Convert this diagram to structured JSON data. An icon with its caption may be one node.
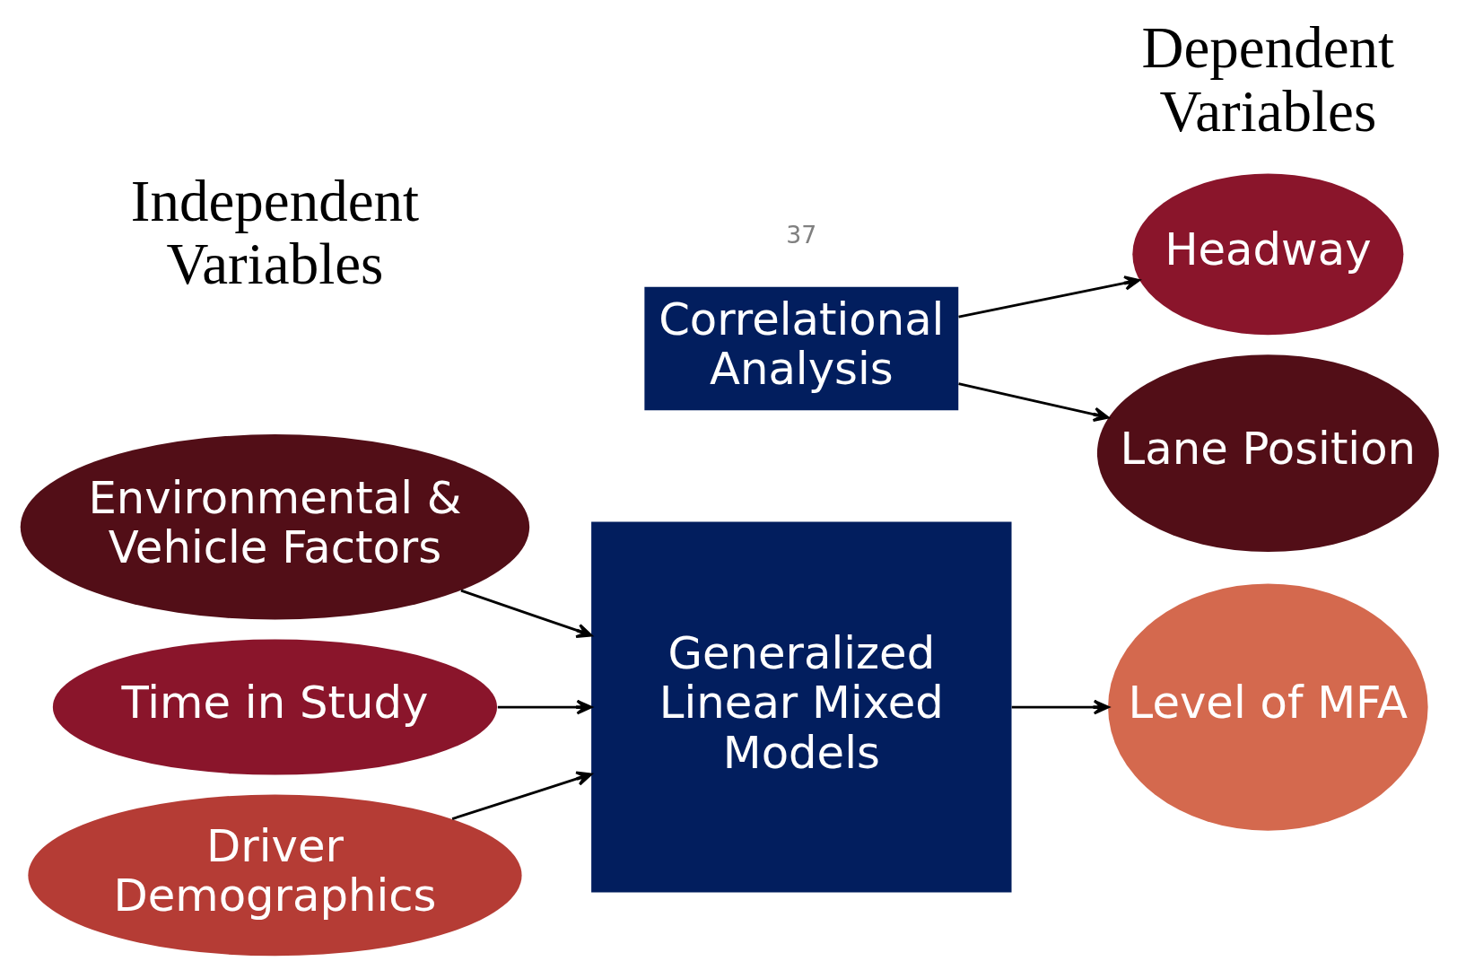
{
  "diagram": {
    "nodes": [
      {
        "text": [
          "Environmental & Vehicle Factors"
        ]
      },
      {
        "text": [
          "Time in Study"
        ]
      },
      {
        "text": [
          "Driver Demographics"
        ]
      },
      {
        "text": [
          "Generalized Linear Mixed Models"
        ]
      },
      {
        "text": [
          "Level of MFA"
        ]
      },
      {
        "text": [
          "Correlational Analysis"
        ]
      },
      {
        "text": [
          "Headway"
        ]
      },
      {
        "text": [
          "Lane Position"
        ]
      }
    ],
    "edges": [
      {
        "from": 0,
        "to": 3,
        "arrow": "to"
      },
      {
        "from": 1,
        "to": 3,
        "arrow": "to"
      },
      {
        "from": 2,
        "to": 3,
        "arrow": "to"
      },
      {
        "from": 3,
        "to": 4,
        "arrow": "to"
      },
      {
        "from": 5,
        "to": 6,
        "arrow": "to"
      },
      {
        "from": 5,
        "to": 7,
        "arrow": "to"
      }
    ],
    "labels": [
      "Independent Variables",
      "Dependent Variables",
      "37"
    ]
  }
}
